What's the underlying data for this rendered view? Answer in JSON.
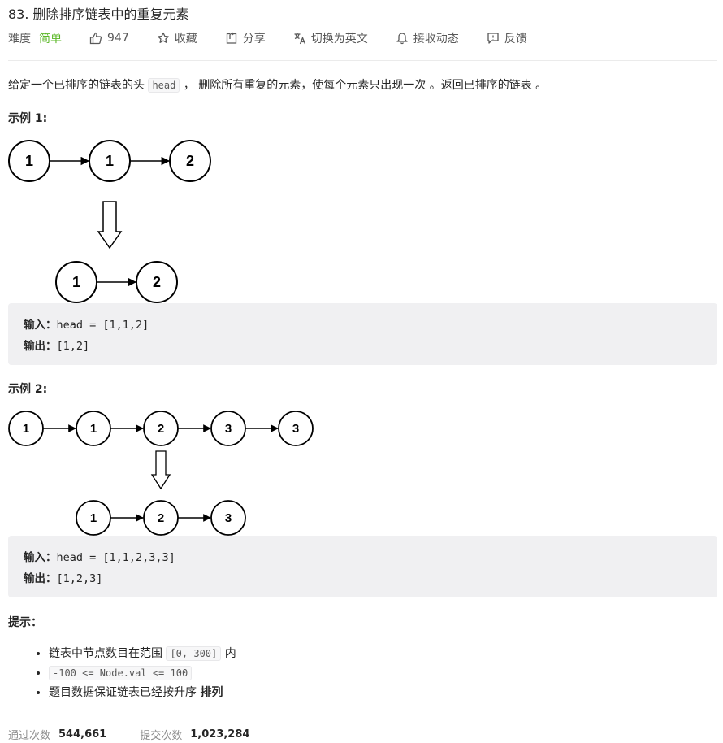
{
  "problem": {
    "title": "83. 删除排序链表中的重复元素",
    "difficulty_label": "难度",
    "difficulty": "简单",
    "likes": "947",
    "favorite_label": "收藏",
    "share_label": "分享",
    "translate_label": "切换为英文",
    "subscribe_label": "接收动态",
    "feedback_label": "反馈"
  },
  "description": {
    "prefix": "给定一个已排序的链表的头 ",
    "code": "head",
    "suffix": " ， 删除所有重复的元素，使每个元素只出现一次 。返回已排序的链表 。"
  },
  "examples": [
    {
      "title": "示例 1:",
      "input_label": "输入：",
      "input_value": "head = [1,1,2]",
      "output_label": "输出：",
      "output_value": "[1,2]",
      "top_nodes": [
        "1",
        "1",
        "2"
      ],
      "bottom_nodes": [
        "1",
        "2"
      ]
    },
    {
      "title": "示例 2:",
      "input_label": "输入：",
      "input_value": "head = [1,1,2,3,3]",
      "output_label": "输出：",
      "output_value": "[1,2,3]",
      "top_nodes": [
        "1",
        "1",
        "2",
        "3",
        "3"
      ],
      "bottom_nodes": [
        "1",
        "2",
        "3"
      ]
    }
  ],
  "hints": {
    "title": "提示：",
    "item1_prefix": "链表中节点数目在范围 ",
    "item1_code": "[0, 300]",
    "item1_suffix": " 内",
    "item2_code": "-100 <= Node.val <= 100",
    "item3_prefix": "题目数据保证链表已经按升序 ",
    "item3_bold": "排列"
  },
  "stats": {
    "accepted_label": "通过次数",
    "accepted_value": "544,661",
    "submitted_label": "提交次数",
    "submitted_value": "1,023,284"
  },
  "colors": {
    "easy": "#5ab726",
    "text": "#262626",
    "muted": "#595959",
    "box": "#f0f0f2"
  }
}
